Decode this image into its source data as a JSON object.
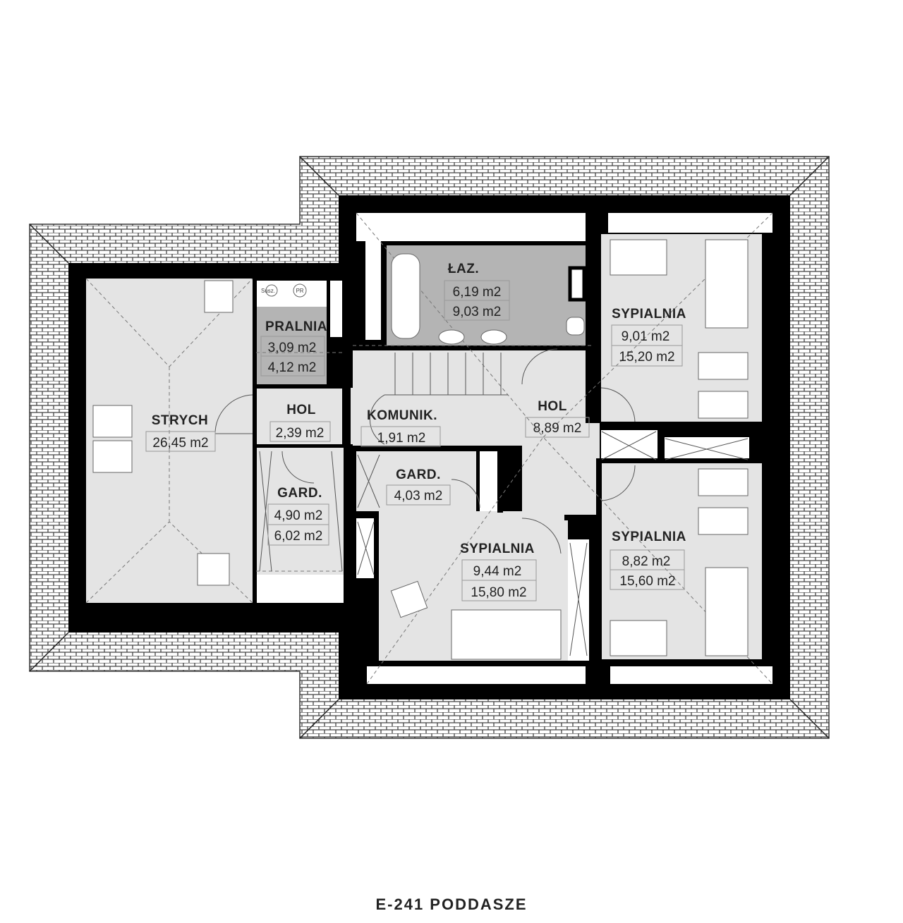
{
  "plan_title": "E-241 PODDASZE",
  "rooms": {
    "strych": {
      "name": "STRYCH",
      "area": "26,45 m2"
    },
    "pralnia": {
      "name": "PRALNIA",
      "area": "3,09 m2",
      "area2": "4,12 m2",
      "fixture_labels": [
        "Susz.",
        "PR"
      ]
    },
    "hol_small": {
      "name": "HOL",
      "area": "2,39 m2"
    },
    "komunik": {
      "name": "KOMUNIK.",
      "area": "1,91 m2"
    },
    "laz": {
      "name": "ŁAZ.",
      "area": "6,19 m2",
      "area2": "9,03 m2"
    },
    "sypialnia_top": {
      "name": "SYPIALNIA",
      "area": "9,01 m2",
      "area2": "15,20 m2"
    },
    "hol_big": {
      "name": "HOL",
      "area": "8,89 m2"
    },
    "gard_mid": {
      "name": "GARD.",
      "area": "4,03 m2"
    },
    "gard_left": {
      "name": "GARD.",
      "area": "4,90 m2",
      "area2": "6,02 m2"
    },
    "sypialnia_center": {
      "name": "SYPIALNIA",
      "area": "9,44 m2",
      "area2": "15,80 m2"
    },
    "sypialnia_right": {
      "name": "SYPIALNIA",
      "area": "8,82 m2",
      "area2": "15,60 m2"
    }
  },
  "colors": {
    "wall": "#000000",
    "floor": "#e4e4e4",
    "wet_room": "#b4b4b4",
    "roof": "#ffffff"
  }
}
